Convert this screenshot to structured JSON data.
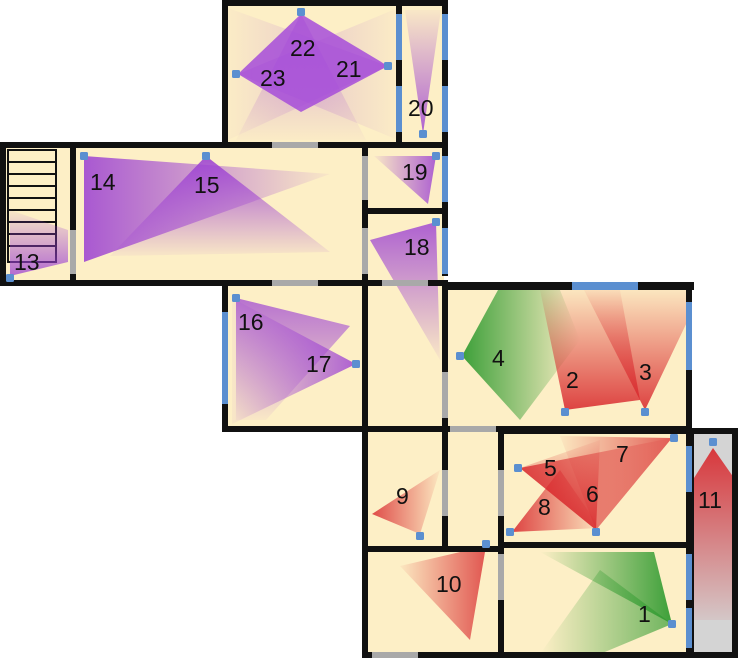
{
  "colors": {
    "background": "#ffffff",
    "floor": "#fdefc6",
    "wall": "#111111",
    "window": "#5b8fd0",
    "door": "#a9a9a9",
    "corridor": "#d4d4d4",
    "camera": "#5b8fd0",
    "purple": "#9b3fd3",
    "red": "#d8262b",
    "green": "#2f9a2f"
  },
  "cameras": [
    {
      "label": "1",
      "color": "green"
    },
    {
      "label": "2",
      "color": "red"
    },
    {
      "label": "3",
      "color": "red"
    },
    {
      "label": "4",
      "color": "green"
    },
    {
      "label": "5",
      "color": "red"
    },
    {
      "label": "6",
      "color": "red"
    },
    {
      "label": "7",
      "color": "red"
    },
    {
      "label": "8",
      "color": "red"
    },
    {
      "label": "9",
      "color": "red"
    },
    {
      "label": "10",
      "color": "red"
    },
    {
      "label": "11",
      "color": "red"
    },
    {
      "label": "13",
      "color": "purple"
    },
    {
      "label": "14",
      "color": "purple"
    },
    {
      "label": "15",
      "color": "purple"
    },
    {
      "label": "16",
      "color": "purple"
    },
    {
      "label": "17",
      "color": "purple"
    },
    {
      "label": "18",
      "color": "purple"
    },
    {
      "label": "19",
      "color": "purple"
    },
    {
      "label": "20",
      "color": "purple"
    },
    {
      "label": "21",
      "color": "purple"
    },
    {
      "label": "22",
      "color": "purple"
    },
    {
      "label": "23",
      "color": "purple"
    }
  ]
}
